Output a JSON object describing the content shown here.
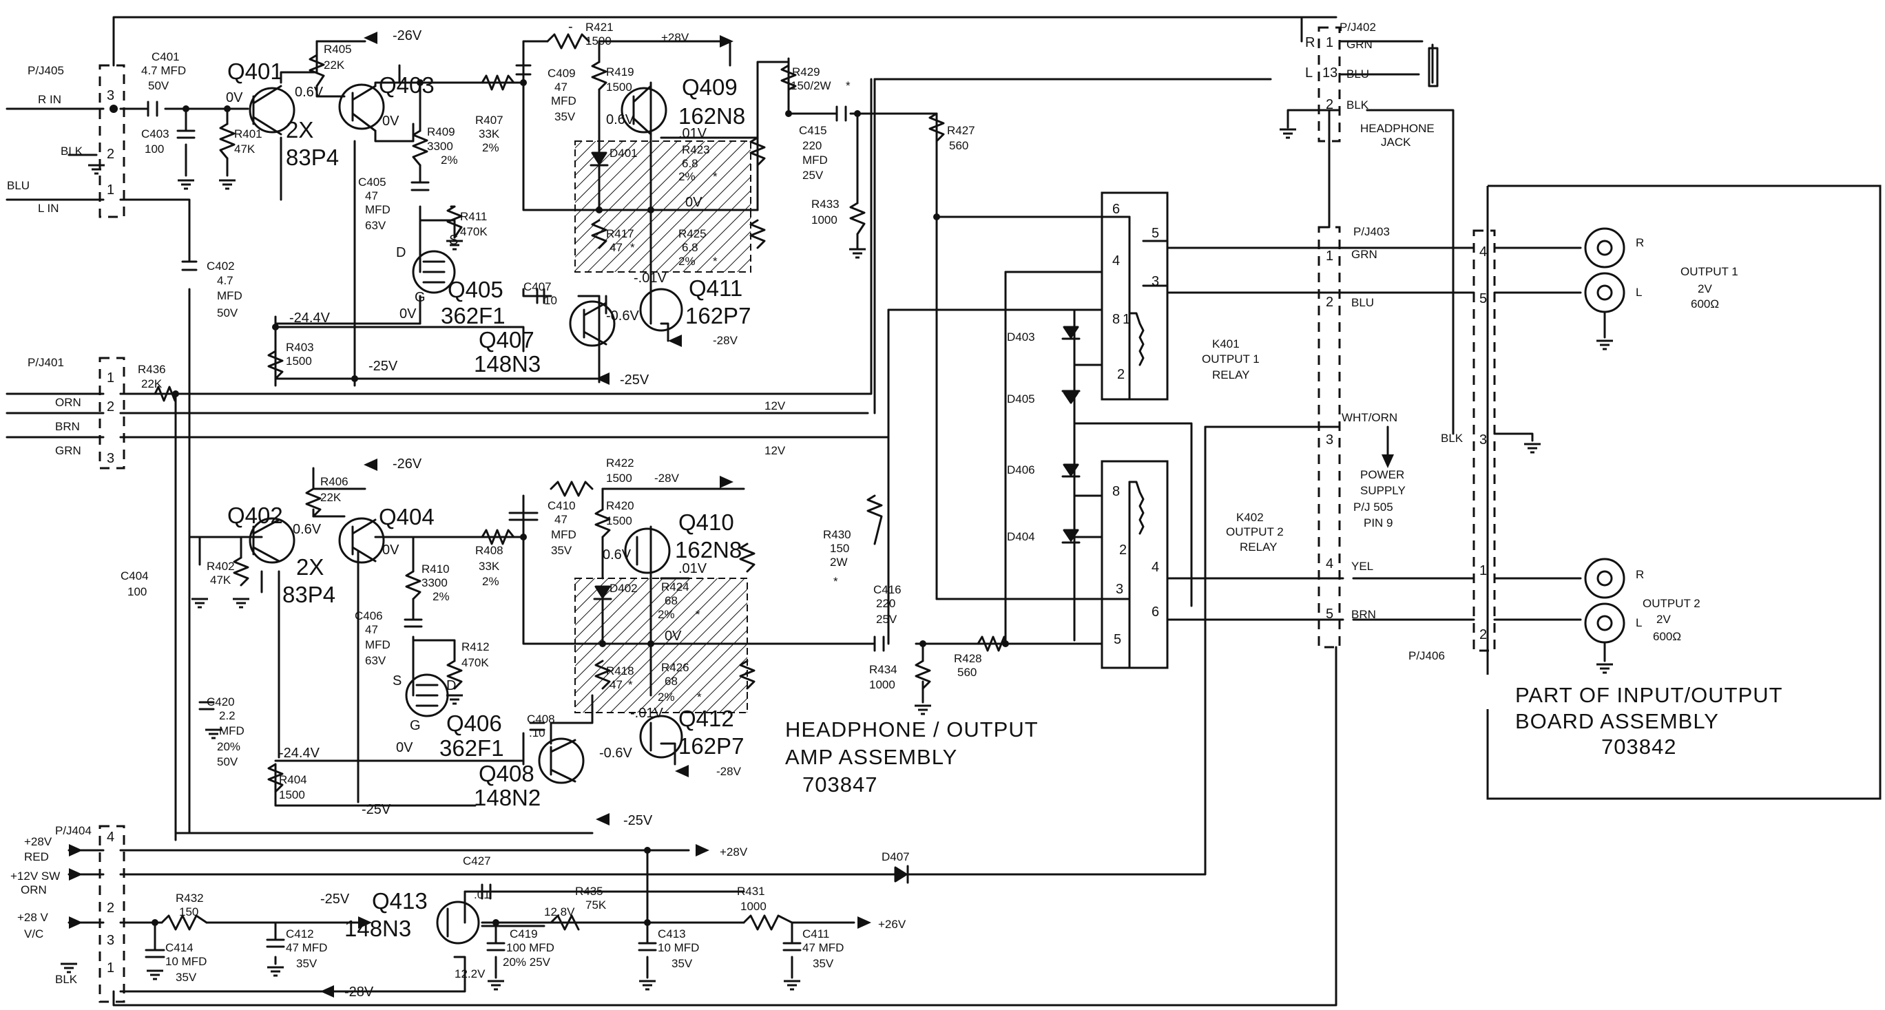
{
  "connectors": {
    "pj405": "P/J405",
    "pj401": "P/J401",
    "pj404": "P/J404",
    "pj402": "P/J402",
    "pj403": "P/J403",
    "pj406": "P/J406"
  },
  "inputs": {
    "r_in": "R IN",
    "blk": "BLK",
    "blu": "BLU",
    "l_in": "L IN",
    "orn": "ORN",
    "brn": "BRN",
    "grn": "GRN",
    "plus28v": "+28V",
    "red": "RED",
    "plus12v_sw": "+12V SW",
    "orn2": "ORN",
    "plus28v_2": "+28 V",
    "vc": "V/C",
    "blk2": "BLK"
  },
  "pins": {
    "p405_3": "3",
    "p405_2": "2",
    "p405_1": "1",
    "p401_1": "1",
    "p401_2": "2",
    "p401_3": "3",
    "p404_4": "4",
    "p404_2": "2",
    "p404_3": "3",
    "p404_1": "1",
    "p402_r_pin": "R",
    "p402_1": "1",
    "p402_l": "L",
    "p402_13": "13",
    "p402_2": "2",
    "p403_1": "1",
    "p403_2": "2",
    "p403_3": "3",
    "p403_4": "4",
    "p403_5": "5",
    "p406_4": "4",
    "p406_5": "5",
    "p406_3": "3",
    "p406_1": "1",
    "p406_2": "2",
    "k401_6": "6",
    "k401_5": "5",
    "k401_4": "4",
    "k401_3": "3",
    "k401_8": "8",
    "k401_1": "1",
    "k401_2": "2",
    "k402_8": "8",
    "k402_2": "2",
    "k402_3": "3",
    "k402_4": "4",
    "k402_6": "6",
    "k402_5": "5"
  },
  "components_top": {
    "c401": [
      "C401",
      "4.7 MFD",
      "50V"
    ],
    "c403": [
      "C403",
      "100"
    ],
    "r401": [
      "R401",
      "47K"
    ],
    "q401": "Q401",
    "q401_v": "0V",
    "r405": [
      "R405",
      "22K"
    ],
    "q403": "Q403",
    "q403_v1": "0.6V",
    "q403_v2": "0V",
    "dual_2x": "2X",
    "dual_part": "83P4",
    "r409": [
      "R409",
      "3300",
      "2%"
    ],
    "c405": [
      "C405",
      "47",
      "MFD",
      "63V"
    ],
    "r411": [
      "R411",
      "470K"
    ],
    "q405_d": "D",
    "q405_s": "S",
    "q405_g": "G",
    "q405_v": "0V",
    "q405": "Q405",
    "q405_part": "362F1",
    "r407": [
      "R407",
      "33K",
      "2%"
    ],
    "c409": [
      "C409",
      "47",
      "MFD",
      "35V"
    ],
    "r421": [
      "R421",
      "1500"
    ],
    "r421_dash": "-",
    "plus28v": "+28V",
    "r419": [
      "R419",
      "1500"
    ],
    "q409": "Q409",
    "q409_part": "162N8",
    "q409_v1": "0.6V",
    "q409_v2": ".01V",
    "d401": "D401",
    "r423": [
      "R423",
      "6.8",
      "2%",
      "*"
    ],
    "r423_v": "0V",
    "r417": [
      "R417",
      "47",
      "*"
    ],
    "r425": [
      "R425",
      "6.8",
      "2%",
      "*"
    ],
    "r425_v": "-.01V",
    "c407": [
      "C407",
      "10"
    ],
    "q407": "Q407",
    "q407_part": "148N3",
    "q407_v": "-0.6V",
    "q411": "Q411",
    "q411_part": "162P7",
    "minus28v_a": "-28V",
    "minus26v": "-26V",
    "minus244v": "-24.4V",
    "r403": [
      "R403",
      "1500"
    ],
    "minus25v_a": "-25V",
    "minus25v_b": "-25V",
    "r436": [
      "R436",
      "22K"
    ],
    "c402": [
      "C402",
      "4.7",
      "MFD",
      "50V"
    ],
    "r429": [
      "R429",
      "150/2W",
      "*"
    ],
    "c415": [
      "C415",
      "220",
      "MFD",
      "25V"
    ],
    "r427": [
      "R427",
      "560"
    ],
    "r433": [
      "R433",
      "1000"
    ],
    "v12_a": "12V",
    "v12_b": "12V"
  },
  "components_bottom": {
    "minus26v": "-26V",
    "r406": [
      "R406",
      "22K"
    ],
    "q402": "Q402",
    "q402_v": "0.6V",
    "q404": "Q404",
    "q404_v": "0V",
    "dual_2x": "2X",
    "dual_part": "83P4",
    "r402": [
      "R402",
      "47K"
    ],
    "r408": [
      "R408",
      "33K",
      "2%"
    ],
    "r410": [
      "R410",
      "3300",
      "2%"
    ],
    "c406": [
      "C406",
      "47",
      "MFD",
      "63V"
    ],
    "r412": [
      "R412",
      "470K"
    ],
    "c410": [
      "C410",
      "47",
      "MFD",
      "35V"
    ],
    "r422": [
      "R422",
      "1500"
    ],
    "minus28v": "-28V",
    "r420": [
      "R420",
      "1500"
    ],
    "q410": "Q410",
    "q410_part": "162N8",
    "q410_v1": "0.6V",
    "q410_v2": ".01V",
    "d402": "D402",
    "r424": [
      "R424",
      "68",
      "2%",
      "*"
    ],
    "r424_v": "0V",
    "r418": [
      "R418",
      "47",
      "*"
    ],
    "r426": [
      "R426",
      "68",
      "2%",
      "*"
    ],
    "r426_v": "-.01V",
    "c404": [
      "C404",
      "100"
    ],
    "c420": [
      "C420",
      "2.2",
      "MFD",
      "20%",
      "50V"
    ],
    "q406_s": "S",
    "q406_d": "D",
    "q406_g": "G",
    "q406_v": "0V",
    "q406": "Q406",
    "q406_part": "362F1",
    "c408": [
      "C408",
      ".10"
    ],
    "q408": "Q408",
    "q408_part": "148N2",
    "q408_v": "-0.6V",
    "q412": "Q412",
    "q412_part": "162P7",
    "minus28v_b": "-28V",
    "minus244v": "-24.4V",
    "r404": [
      "R404",
      "1500"
    ],
    "minus25v": "-25V",
    "minus25v_b": "-25V",
    "r430": [
      "R430",
      "150",
      "2W",
      "*"
    ],
    "c416": [
      "C416",
      "220",
      "25V"
    ],
    "r434": [
      "R434",
      "1000"
    ],
    "r428": [
      "R428",
      "560"
    ]
  },
  "relays": {
    "d403": "D403",
    "d405": "D405",
    "d406": "D406",
    "d404": "D404",
    "k401": [
      "K401",
      "OUTPUT 1",
      "RELAY"
    ],
    "k402": [
      "K402",
      "OUTPUT 2",
      "RELAY"
    ]
  },
  "outputs": {
    "grn": "GRN",
    "blu": "BLU",
    "blk": "BLK",
    "headphone_jack": [
      "HEADPHONE",
      "JACK"
    ],
    "grn2": "GRN",
    "blu2": "BLU",
    "wht_orn": "WHT/ORN",
    "power_supply": [
      "POWER",
      "SUPPLY",
      "P/J 505",
      "PIN 9"
    ],
    "blk2": "BLK",
    "yel": "YEL",
    "brn": "BRN",
    "out1_r": "R",
    "out1_l": "L",
    "output1": [
      "OUTPUT 1",
      "2V",
      "600Ω"
    ],
    "out2_r": "R",
    "out2_l": "L",
    "output2": [
      "OUTPUT 2",
      "2V",
      "600Ω"
    ]
  },
  "power": {
    "r432": [
      "R432",
      "150"
    ],
    "minus25v": "-25V",
    "q413": "Q413",
    "q413_part": "148N3",
    "c427": [
      "C427",
      ".01"
    ],
    "r435_v": "12.8V",
    "r435": [
      "R435",
      "75K"
    ],
    "r431": [
      "R431",
      "1000"
    ],
    "plus28v": "+28V",
    "d407": "D407",
    "plus26v": "+26V",
    "c414": [
      "C414",
      "10 MFD",
      "35V"
    ],
    "c412": [
      "C412",
      "47 MFD",
      "35V"
    ],
    "c419": [
      "C419",
      "100 MFD",
      "20% 25V"
    ],
    "c413": [
      "C413",
      "10 MFD",
      "35V"
    ],
    "c411": [
      "C411",
      "47 MFD",
      "35V"
    ],
    "v122": "12.2V",
    "minus28v": "-28V"
  },
  "titles": {
    "amp": [
      "HEADPHONE / OUTPUT",
      "AMP ASSEMBLY",
      "703847"
    ],
    "board": [
      "PART OF INPUT/OUTPUT",
      "BOARD ASSEMBLY",
      "703842"
    ]
  }
}
